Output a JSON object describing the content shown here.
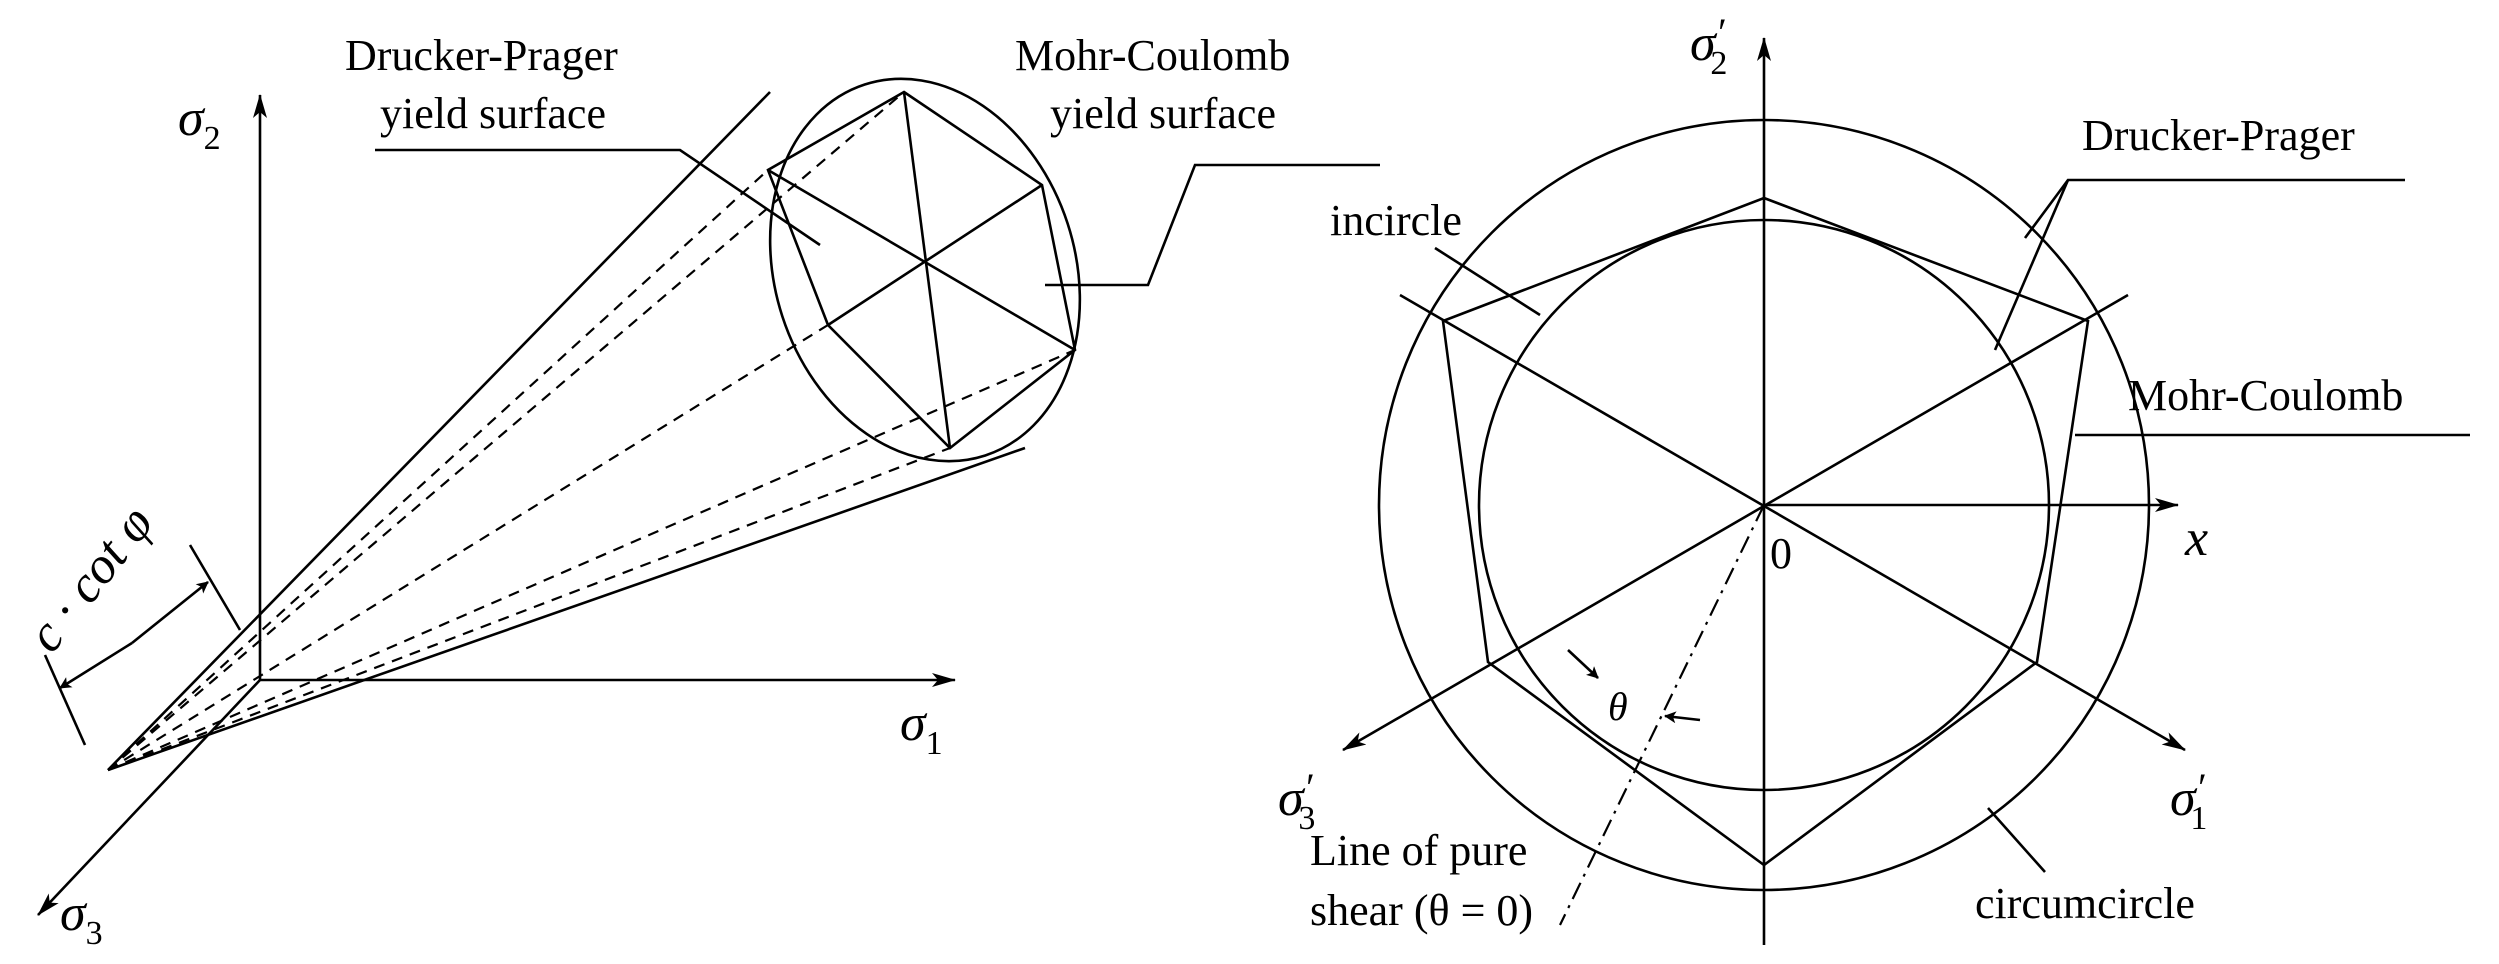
{
  "left_figure": {
    "axis_sigma2": {
      "symbol": "σ",
      "subscript": "2"
    },
    "axis_sigma1": {
      "symbol": "σ",
      "subscript": "1"
    },
    "axis_sigma3": {
      "symbol": "σ",
      "subscript": "3"
    },
    "offset_label": "c · cot φ",
    "drucker_prager_label": [
      "Drucker-Prager",
      "yield surface"
    ],
    "mohr_coulomb_label": [
      "Mohr-Coulomb",
      "yield surface"
    ]
  },
  "right_figure": {
    "axis_sigma2p": {
      "symbol": "σ",
      "subscript": "2",
      "prime": "′"
    },
    "axis_sigma1p": {
      "symbol": "σ",
      "subscript": "1",
      "prime": "′"
    },
    "axis_sigma3p": {
      "symbol": "σ",
      "subscript": "3",
      "prime": "′"
    },
    "x_label": "x",
    "origin_label": "0",
    "theta_label": "θ",
    "drucker_prager_label": "Drucker-Prager",
    "mohr_coulomb_label": "Mohr-Coulomb",
    "incircle_label": "incircle",
    "circumcircle_label": "circumcircle",
    "pure_shear_label": [
      "Line of pure",
      "shear (θ = 0)"
    ]
  }
}
